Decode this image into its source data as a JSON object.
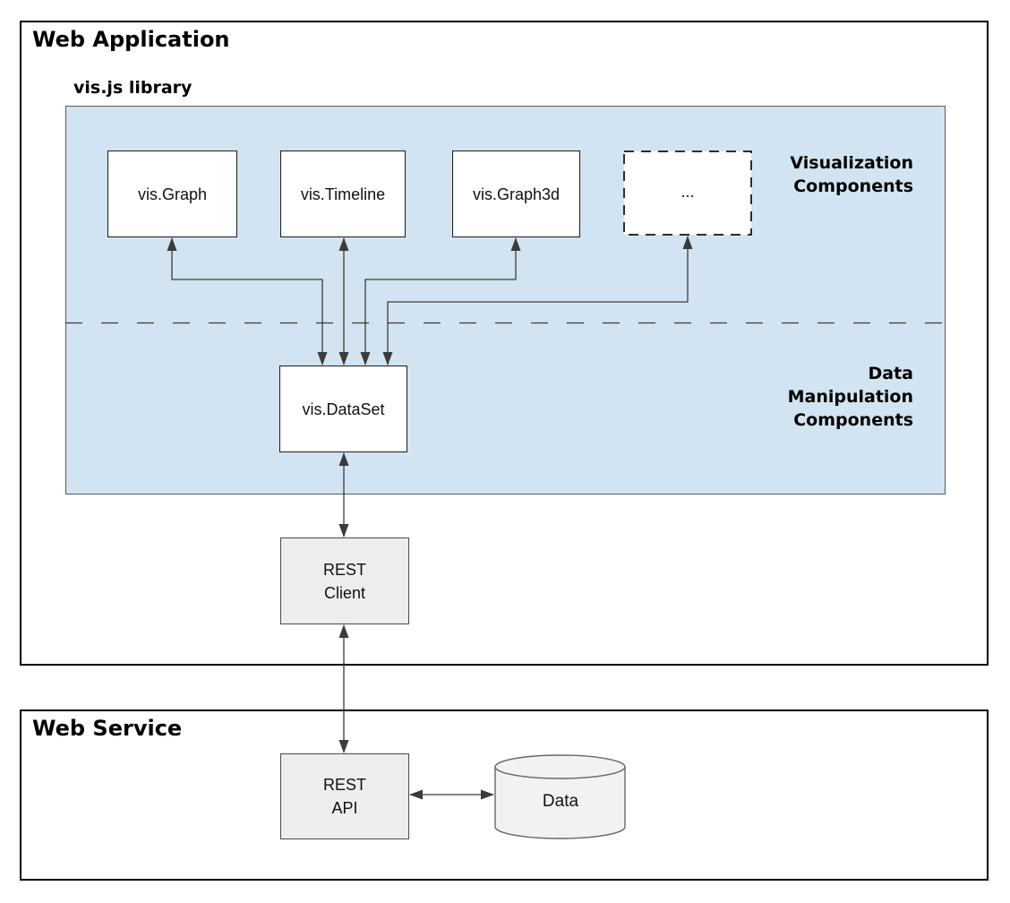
{
  "diagram": {
    "web_application": {
      "title": "Web Application"
    },
    "library": {
      "title": "vis.js library"
    },
    "web_service": {
      "title": "Web Service"
    },
    "nodes": {
      "vis_graph": "vis.Graph",
      "vis_timeline": "vis.Timeline",
      "vis_graph3d": "vis.Graph3d",
      "more_components": "...",
      "vis_dataset": "vis.DataSet",
      "rest_client": "REST\nClient",
      "rest_api": "REST\nAPI",
      "data_store": "Data"
    },
    "section_labels": {
      "visualization": "Visualization\nComponents",
      "data_manipulation": "Data\nManipulation\nComponents"
    },
    "colors": {
      "library_fill": "#d2e4f1",
      "node_white_fill": "#ffffff",
      "node_gray_fill": "#ededed",
      "cylinder_fill": "#f2f2f2",
      "line": "#3b3b3b",
      "border_black": "#1a1a1a"
    }
  }
}
